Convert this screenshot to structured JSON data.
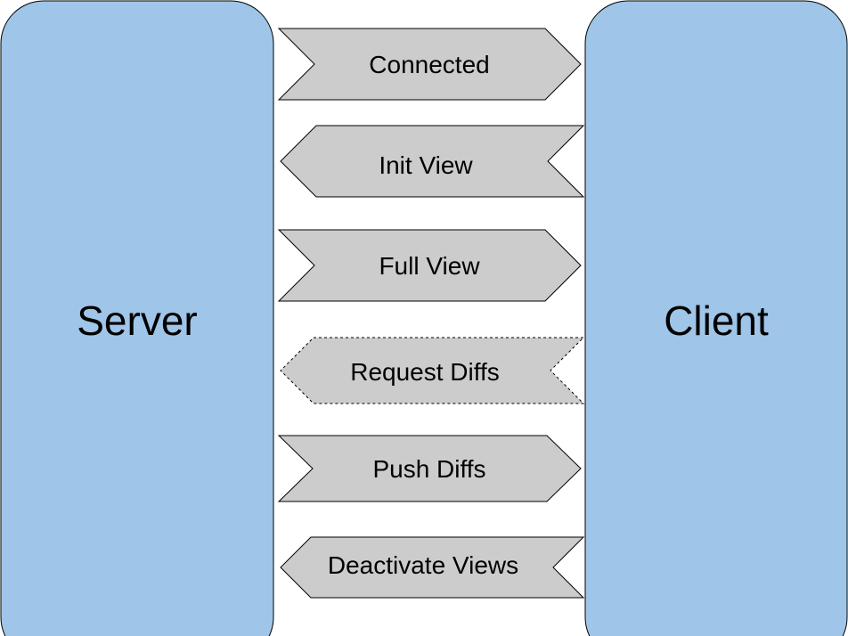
{
  "diagram": {
    "server": {
      "label": "Server"
    },
    "client": {
      "label": "Client"
    },
    "messages": [
      {
        "label": "Connected",
        "direction": "right",
        "style": "solid"
      },
      {
        "label": "Init View",
        "direction": "left",
        "style": "solid"
      },
      {
        "label": "Full View",
        "direction": "right",
        "style": "solid"
      },
      {
        "label": "Request Diffs",
        "direction": "left",
        "style": "dashed"
      },
      {
        "label": "Push Diffs",
        "direction": "right",
        "style": "solid"
      },
      {
        "label": "Deactivate Views",
        "direction": "left",
        "style": "solid"
      }
    ]
  },
  "colors": {
    "box_fill": "#9fc5e8",
    "arrow_fill": "#cccccc",
    "stroke": "#000000",
    "background": "#ffffff"
  }
}
